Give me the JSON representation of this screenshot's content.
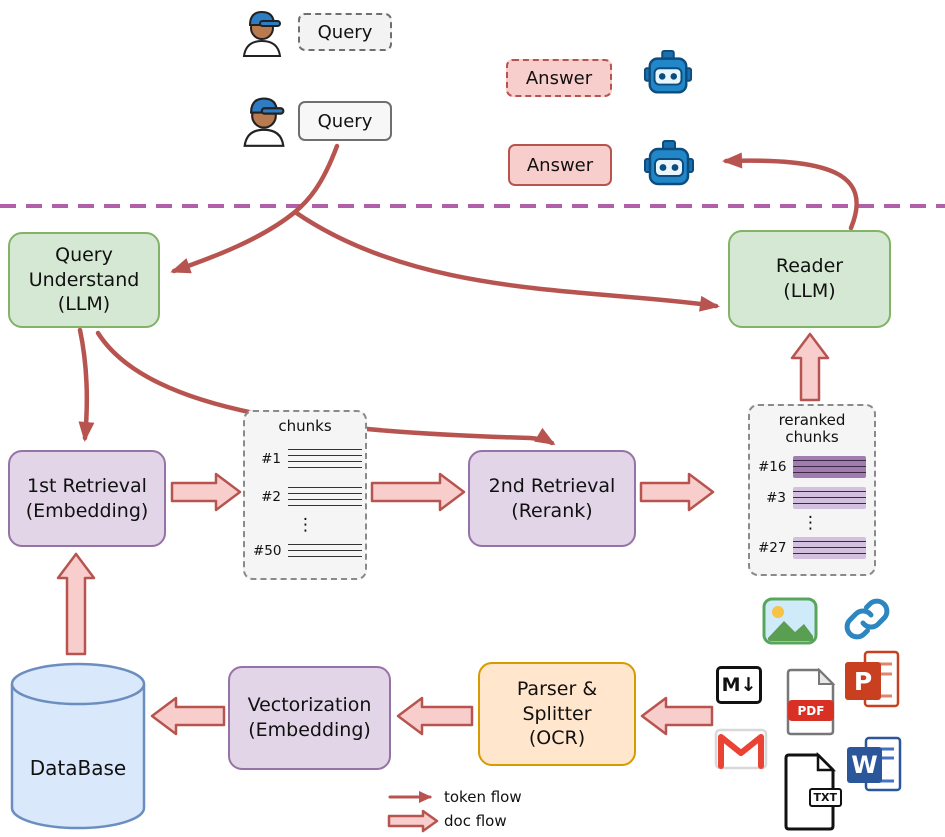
{
  "colors": {
    "green_fill": "#d5e8d4",
    "green_border": "#82b366",
    "purple_fill": "#e1d5e7",
    "purple_border": "#9673a6",
    "orange_fill": "#ffe6cc",
    "orange_border": "#d79b00",
    "blue_fill": "#dae8fc",
    "blue_border": "#6c8ebf",
    "pink_fill": "#f8cecc",
    "pink_border": "#b85450",
    "arrow": "#b85450",
    "sep": "#b05fa8",
    "panel_fill": "#f5f5f5",
    "panel_border": "#8a8a8a",
    "hl_dark": "#a07cb0",
    "hl_light": "#d3c0de"
  },
  "top": {
    "query_draft": "Query",
    "query": "Query",
    "answer_draft": "Answer",
    "answer": "Answer"
  },
  "nodes": {
    "query_understand": "Query\nUnderstand\n(LLM)",
    "reader": "Reader\n(LLM)",
    "first_retrieval": "1st Retrieval\n(Embedding)",
    "second_retrieval": "2nd Retrieval\n(Rerank)",
    "vectorization": "Vectorization\n(Embedding)",
    "parser": "Parser &\nSplitter\n(OCR)",
    "database": "DataBase"
  },
  "chunks_panel": {
    "title": "chunks",
    "rows": [
      "#1",
      "#2",
      "#50"
    ],
    "ellipsis": "⋮"
  },
  "reranked_panel": {
    "title": "reranked\nchunks",
    "rows": [
      "#16",
      "#3",
      "#27"
    ],
    "ellipsis": "⋮"
  },
  "legend": {
    "token": "token flow",
    "doc": "doc flow"
  },
  "doc_icons": {
    "markdown": "M↓",
    "pdf": "PDF",
    "powerpoint": "P",
    "word": "W",
    "txt": "TXT"
  }
}
